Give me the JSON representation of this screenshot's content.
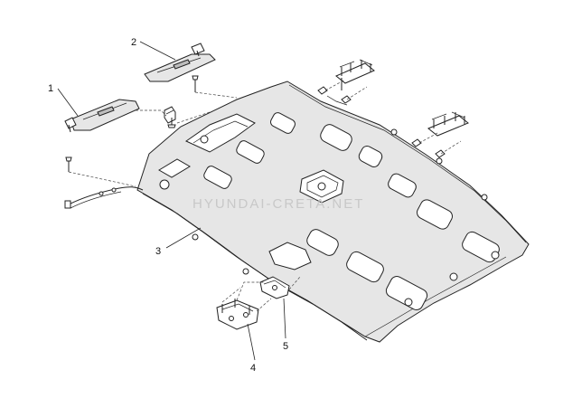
{
  "watermark": "HYUNDAI-CRETA.NET",
  "callouts": {
    "c1": "1",
    "c2": "2",
    "c3": "3",
    "c4": "4",
    "c5": "5"
  },
  "colors": {
    "line": "#222222",
    "panel": "#e6e6e6",
    "shade": "#bdbdbd",
    "watermark": "#c8c8c8"
  }
}
